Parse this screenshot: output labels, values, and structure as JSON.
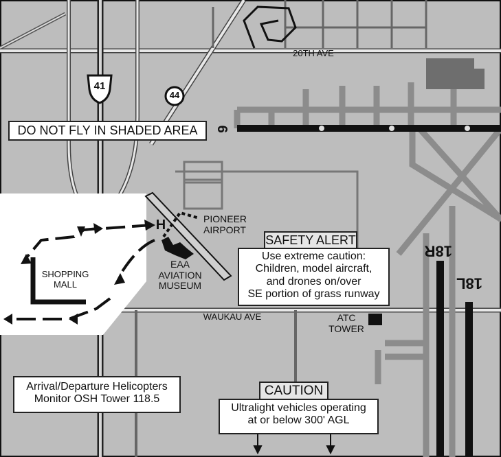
{
  "title": "DO NOT FLY IN SHADED AREA",
  "highways": {
    "us_route": "41",
    "state_route": "44"
  },
  "roads": {
    "twentieth": "20TH AVE",
    "waukau": "WAUKAU AVE"
  },
  "runways": {
    "rw9": "9",
    "rw18r": "18R",
    "rw18l": "18L"
  },
  "places": {
    "pioneer_airport": "PIONEER\nAIRPORT",
    "museum": "EAA\nAVIATION\nMUSEUM",
    "mall": "SHOPPING\nMALL",
    "atc_tower": "ATC\nTOWER",
    "helipad": "H"
  },
  "safety_alert": {
    "header": "SAFETY ALERT",
    "body": "Use extreme caution:\nChildren, model aircraft,\nand drones on/over\nSE portion of grass runway"
  },
  "helicopter_note": "Arrival/Departure Helicopters\nMonitor OSH Tower 118.5",
  "caution": {
    "header": "CAUTION",
    "body": "Ultralight vehicles operating\nat or below 300' AGL"
  },
  "colors": {
    "ground": "#bdbdbd",
    "shaded_area": "#ffffff",
    "road": "#ffffff",
    "runway": "#111111",
    "taxiway": "#8c8c8c"
  }
}
